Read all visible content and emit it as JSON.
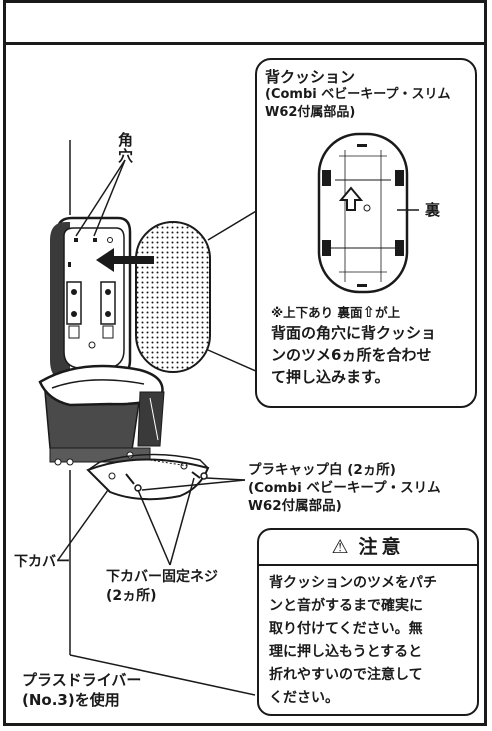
{
  "inset": {
    "title": "背クッション",
    "subtitle_lines": [
      "(Combi ベビーキープ・スリム",
      "W62付属部品)"
    ],
    "back_label": "裏",
    "note_prefix": "※上下あり 裏面",
    "note_suffix": "が上",
    "body_lines": [
      "背面の角穴に背クッショ",
      "ンのツメ6ヵ所を合わせ",
      "て押し込みます。"
    ]
  },
  "labels": {
    "square_hole_lines": [
      "角",
      "穴"
    ],
    "plastic_cap_lines": [
      "プラキャップ白 (2ヵ所)",
      "(Combi ベビーキープ・スリム",
      "W62付属部品)"
    ],
    "lower_cover": "下カバー",
    "lower_cover_screw_lines": [
      "下カバー固定ネジ",
      "(2ヵ所)"
    ],
    "screwdriver_lines": [
      "プラスドライバー",
      "(No.3)を使用"
    ]
  },
  "caution": {
    "title": "注意",
    "body_lines": [
      "背クッションのツメをパチ",
      "ンと音がするまで確実に",
      "取り付けてください。無",
      "理に押し込もうとすると",
      "折れやすいので注意して",
      "ください。"
    ]
  },
  "icons": {
    "caution_icon": "warning-triangle-icon",
    "up_arrow_icon": "up-arrow-icon",
    "push_arrow_icon": "left-arrow-icon"
  },
  "colors": {
    "ink": "#1a1a1a",
    "paper": "#ffffff",
    "shade": "#6b6b6b"
  }
}
